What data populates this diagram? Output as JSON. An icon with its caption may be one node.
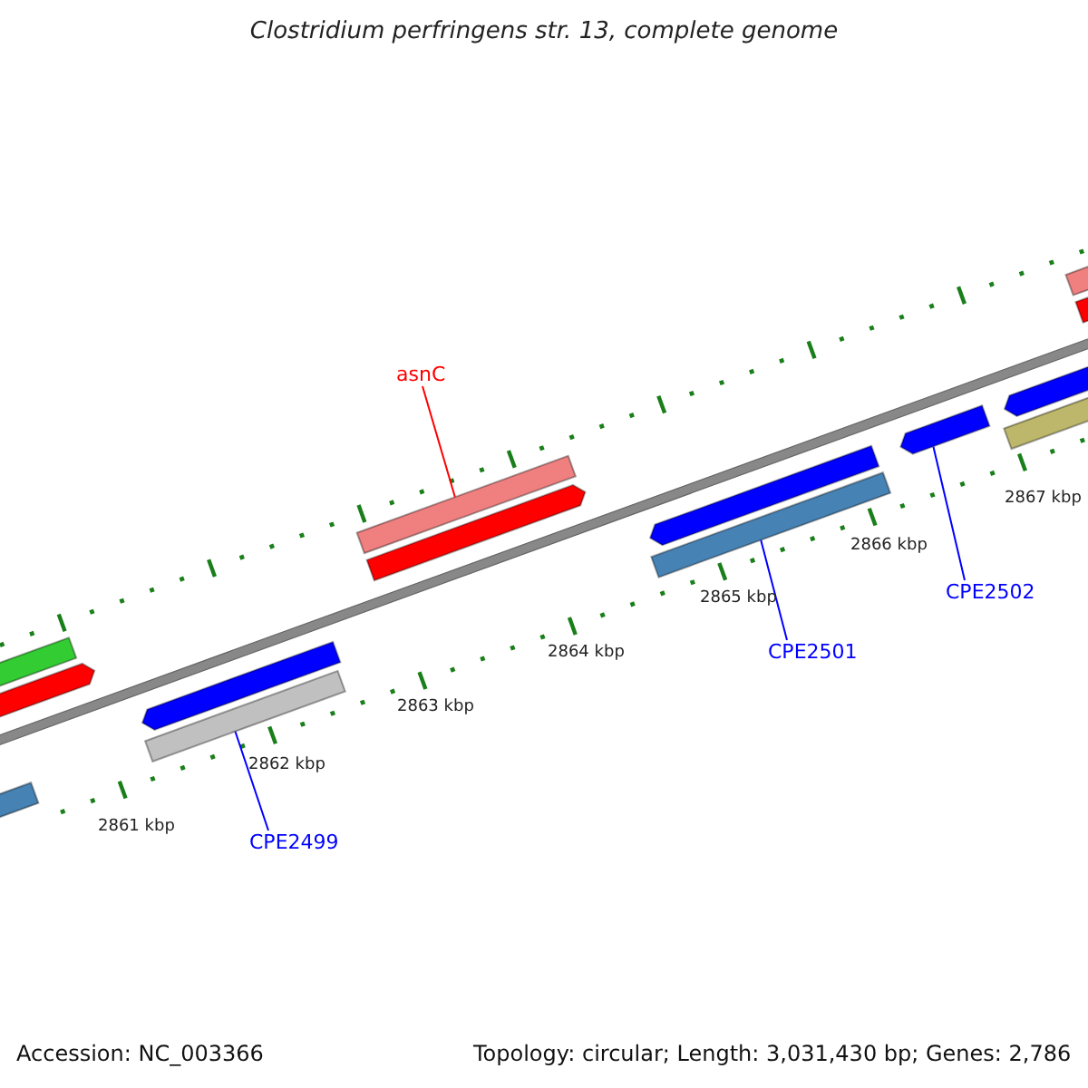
{
  "diagram": {
    "title": "Clostridium perfringens str. 13, complete genome",
    "nodes": [
      {
        "text": [
          "asnC"
        ]
      },
      {
        "text": [],
        "shape": "bar"
      },
      {
        "text": [
          "CPE2499"
        ]
      },
      {
        "text": [],
        "shape": "bar"
      },
      {
        "text": [
          "CPE2501"
        ]
      },
      {
        "text": [],
        "shape": "bar"
      },
      {
        "text": [
          "CPE2502"
        ]
      },
      {
        "text": [],
        "shape": "bar"
      }
    ],
    "edges": [
      {
        "from": 0,
        "to": 1,
        "arrow": "none",
        "color": "#ff0000"
      },
      {
        "from": 2,
        "to": 3,
        "arrow": "none"
      },
      {
        "from": 4,
        "to": 5,
        "arrow": "none"
      },
      {
        "from": 6,
        "to": 7,
        "arrow": "none"
      }
    ],
    "labels": [
      "2861 kbp",
      "2862 kbp",
      "2863 kbp",
      "2864 kbp",
      "2865 kbp",
      "2866 kbp",
      "2867 kbp",
      "Accession: NC_003366",
      "Topology: circular; Length: 3,031,430 bp; Genes: 2,786"
    ]
  }
}
